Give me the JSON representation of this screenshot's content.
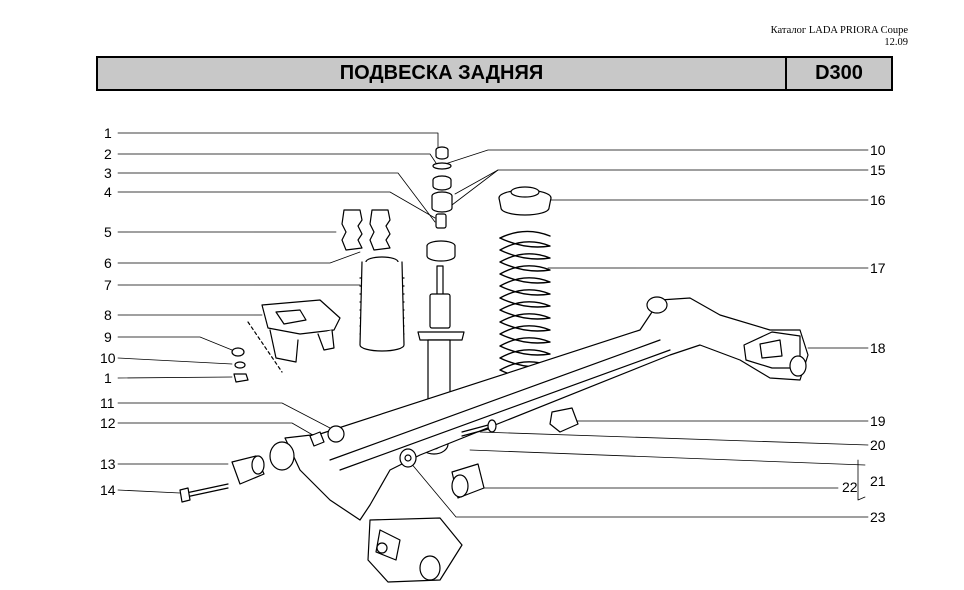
{
  "header": {
    "catalog_line1": "Каталог LADA PRIORA Coupe",
    "catalog_line2": "12.09",
    "title": "ПОДВЕСКА ЗАДНЯЯ",
    "code": "D300"
  },
  "callouts": [
    {
      "id": "c-1-top",
      "label": "1"
    },
    {
      "id": "c-2",
      "label": "2"
    },
    {
      "id": "c-3",
      "label": "3"
    },
    {
      "id": "c-4",
      "label": "4"
    },
    {
      "id": "c-5",
      "label": "5"
    },
    {
      "id": "c-6",
      "label": "6"
    },
    {
      "id": "c-7",
      "label": "7"
    },
    {
      "id": "c-8",
      "label": "8"
    },
    {
      "id": "c-9",
      "label": "9"
    },
    {
      "id": "c-10-left",
      "label": "10"
    },
    {
      "id": "c-1-left",
      "label": "1"
    },
    {
      "id": "c-11",
      "label": "11"
    },
    {
      "id": "c-12",
      "label": "12"
    },
    {
      "id": "c-13",
      "label": "13"
    },
    {
      "id": "c-14",
      "label": "14"
    },
    {
      "id": "c-10-right",
      "label": "10"
    },
    {
      "id": "c-15",
      "label": "15"
    },
    {
      "id": "c-16",
      "label": "16"
    },
    {
      "id": "c-17",
      "label": "17"
    },
    {
      "id": "c-18",
      "label": "18"
    },
    {
      "id": "c-19",
      "label": "19"
    },
    {
      "id": "c-20",
      "label": "20"
    },
    {
      "id": "c-21",
      "label": "21"
    },
    {
      "id": "c-22",
      "label": "22"
    },
    {
      "id": "c-23",
      "label": "23"
    }
  ]
}
